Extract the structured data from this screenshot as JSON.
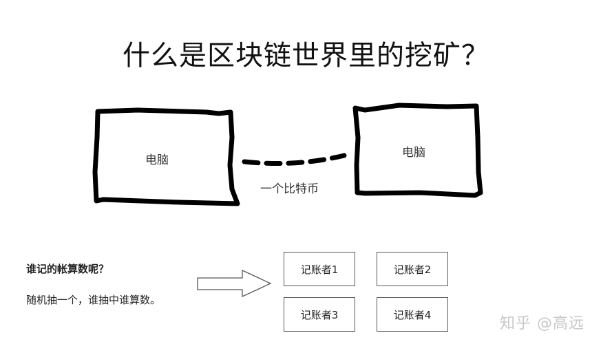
{
  "title": "什么是区块链世界里的挖矿？",
  "diagram": {
    "left_node": "电脑",
    "right_node": "电脑",
    "link_label": "一个比特币"
  },
  "question": "谁记的帐算数呢？",
  "answer": "随机抽一个，谁抽中谁算数。",
  "bookkeepers": [
    "记账者1",
    "记账者2",
    "记账者3",
    "记账者4"
  ],
  "watermark": "知乎 @高远"
}
